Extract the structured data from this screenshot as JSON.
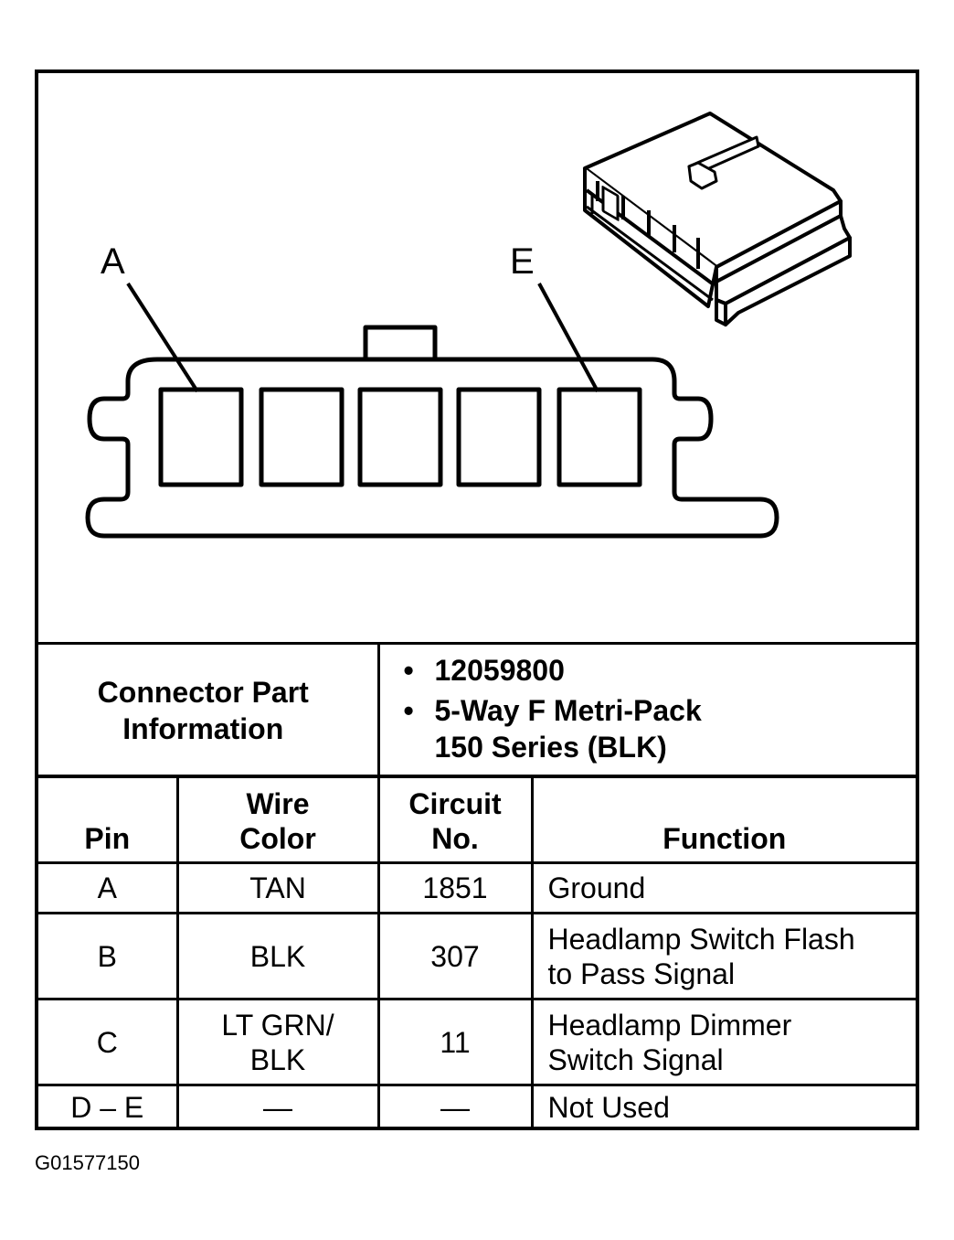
{
  "callouts": {
    "first_pin": "A",
    "last_pin": "E"
  },
  "connector_info": {
    "label": "Connector Part\nInformation",
    "items": [
      "12059800",
      "5-Way F Metri-Pack\n150 Series (BLK)"
    ]
  },
  "pin_table": {
    "headers": [
      "Pin",
      "Wire\nColor",
      "Circuit\nNo.",
      "Function"
    ],
    "rows": [
      {
        "pin": "A",
        "wire_color": "TAN",
        "circuit": "1851",
        "function": "Ground"
      },
      {
        "pin": "B",
        "wire_color": "BLK",
        "circuit": "307",
        "function": "Headlamp Switch Flash\nto Pass Signal"
      },
      {
        "pin": "C",
        "wire_color": "LT GRN/\nBLK",
        "circuit": "11",
        "function": "Headlamp Dimmer\nSwitch Signal"
      },
      {
        "pin": "D – E",
        "wire_color": "—",
        "circuit": "—",
        "function": "Not Used"
      }
    ]
  },
  "caption": "G01577150",
  "colors": {
    "line": "#000000",
    "background": "#ffffff"
  }
}
